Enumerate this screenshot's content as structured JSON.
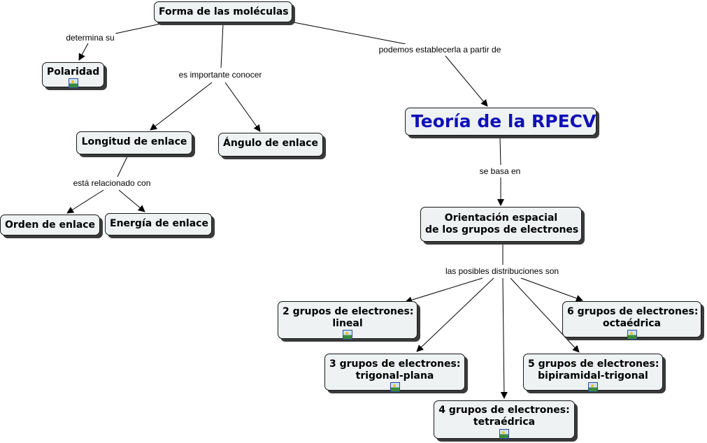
{
  "concepts": {
    "forma": "Forma de las moléculas",
    "polaridad": "Polaridad",
    "longitud": "Longitud de enlace",
    "angulo": "Ángulo de enlace",
    "orden": "Orden de enlace",
    "energia": "Energía de enlace",
    "teoria": "Teoría de la RPECV",
    "orientacion": [
      "Orientación espacial",
      "de los grupos de electrones"
    ],
    "g2": [
      "2 grupos de electrones:",
      "lineal"
    ],
    "g3": [
      "3 grupos de electrones:",
      "trigonal-plana"
    ],
    "g4": [
      "4 grupos de electrones:",
      "tetraédrica"
    ],
    "g5": [
      "5 grupos de electrones:",
      "bipiramidal-trigonal"
    ],
    "g6": [
      "6 grupos de electrones:",
      "octaédrica"
    ]
  },
  "linking_phrases": {
    "determina": "determina su",
    "importante": "es importante conocer",
    "establecer": "podemos establecerla a partir de",
    "relacionado": "está relacionado con",
    "basa": "se basa en",
    "distribuciones": "las posibles distribuciones son"
  },
  "icons": {
    "attached_image": "image-attachment-icon"
  },
  "colors": {
    "node_fill": "#eef2f2",
    "title_text": "#1010b8",
    "line": "#000000"
  }
}
